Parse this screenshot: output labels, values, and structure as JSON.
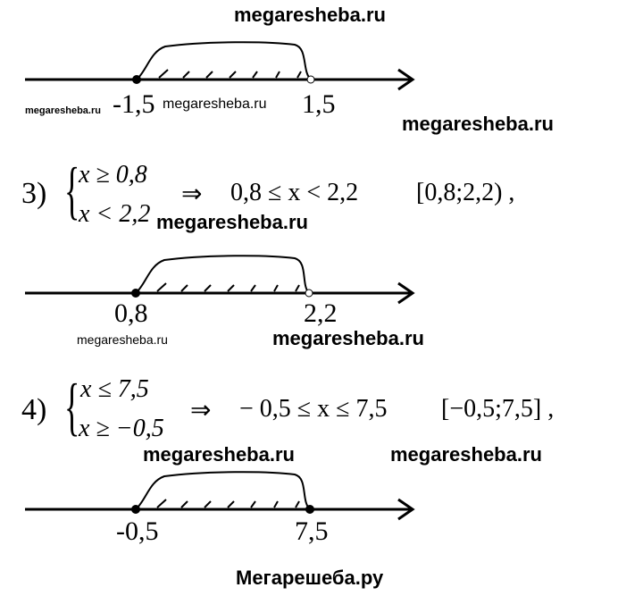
{
  "watermarks": {
    "top": "megaresheba.ru",
    "w1": "megaresheba.ru",
    "w2": "megaresheba.ru",
    "w3": "megaresheba.ru",
    "w4": "megaresheba.ru",
    "w5": "megaresheba.ru",
    "w6": "megaresheba.ru",
    "w7": "megaresheba.ru",
    "w8": "megaresheba.ru",
    "bottom": "Мегарешеба.ру"
  },
  "line1": {
    "left_label": "-1,5",
    "right_label": "1,5",
    "left_point": "filled",
    "right_point": "open"
  },
  "problem3": {
    "number": "3)",
    "ineq1": "x ≥ 0,8",
    "ineq2": "x < 2,2",
    "implies": "⇒",
    "combined": "0,8 ≤ x < 2,2",
    "interval": "[0,8;2,2) ,"
  },
  "line2": {
    "left_label": "0,8",
    "right_label": "2,2",
    "left_point": "filled",
    "right_point": "open"
  },
  "problem4": {
    "number": "4)",
    "ineq1": "x ≤ 7,5",
    "ineq2": "x ≥ −0,5",
    "implies": "⇒",
    "combined": "− 0,5 ≤ x ≤ 7,5",
    "interval": "[−0,5;7,5] ,"
  },
  "line3": {
    "left_label": "-0,5",
    "right_label": "7,5",
    "left_point": "filled",
    "right_point": "filled"
  }
}
